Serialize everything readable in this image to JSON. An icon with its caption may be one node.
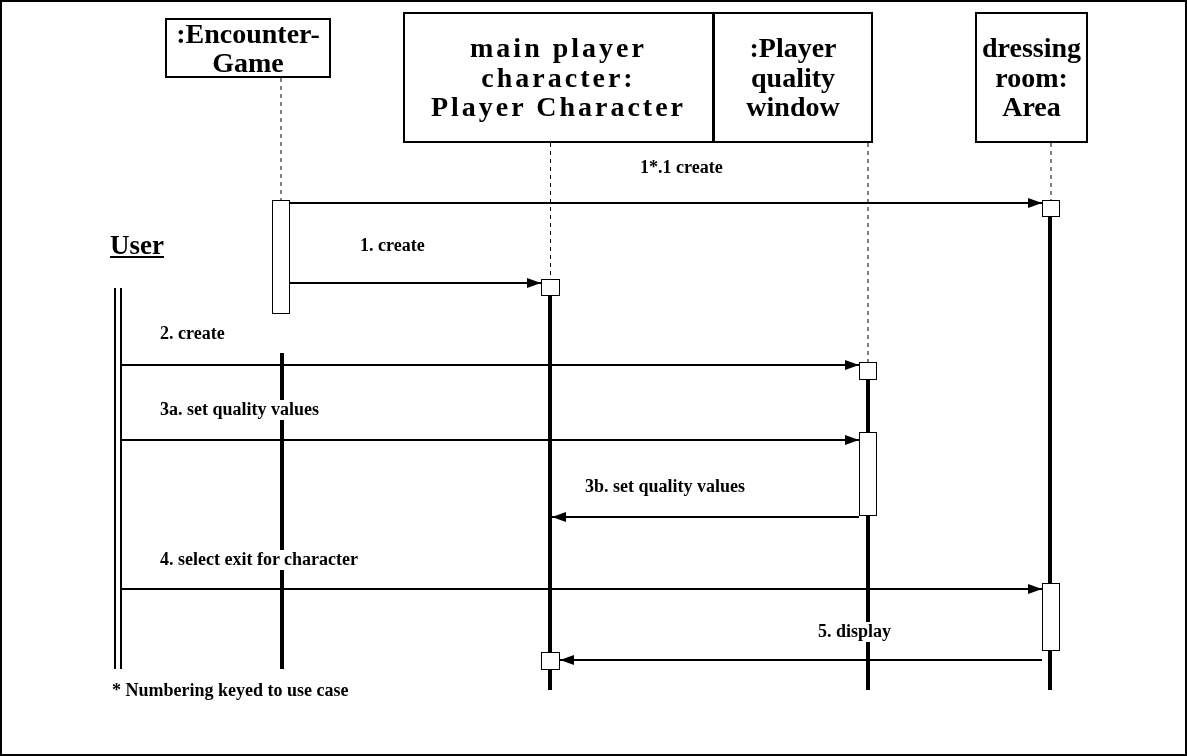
{
  "diagram": {
    "nodes": [
      {
        "text": [
          ":Encounter- Game"
        ]
      },
      {
        "text": [
          "main player character: Player Character"
        ]
      },
      {
        "text": [
          ":Player quality window"
        ]
      },
      {
        "text": [
          "dressing room: Area"
        ]
      },
      {
        "text": [],
        "shape": "bar",
        "beside": [
          "User"
        ]
      },
      {
        "text": [],
        "shape": "box"
      },
      {
        "text": [],
        "shape": "box"
      },
      {
        "text": [],
        "shape": "box"
      },
      {
        "text": [],
        "shape": "box"
      },
      {
        "text": [],
        "shape": "box"
      },
      {
        "text": [],
        "shape": "box"
      },
      {
        "text": [],
        "shape": "box"
      },
      {
        "text": [],
        "shape": "bar"
      },
      {
        "text": [],
        "shape": "bar"
      },
      {
        "text": [],
        "shape": "bar"
      },
      {
        "text": [],
        "shape": "bar"
      }
    ],
    "edges": [
      {
        "from": 0,
        "to": 5,
        "arrow": "none",
        "style": "dashed"
      },
      {
        "from": 1,
        "to": 7,
        "arrow": "none",
        "style": "dashed"
      },
      {
        "from": 2,
        "to": 8,
        "arrow": "none",
        "style": "dashed"
      },
      {
        "from": 3,
        "to": 6,
        "arrow": "none",
        "style": "dashed"
      },
      {
        "from": 5,
        "to": 6,
        "arrow": "to",
        "label": "1*.1 create"
      },
      {
        "from": 5,
        "to": 7,
        "arrow": "to",
        "label": "1. create"
      },
      {
        "from": 4,
        "to": 8,
        "arrow": "to",
        "label": "2. create"
      },
      {
        "from": 4,
        "to": 9,
        "arrow": "to",
        "label": "3a. set quality values"
      },
      {
        "from": 9,
        "to": 13,
        "arrow": "to",
        "label": "3b. set quality values"
      },
      {
        "from": 4,
        "to": 10,
        "arrow": "to",
        "label": "4. select exit for character"
      },
      {
        "from": 10,
        "to": 11,
        "arrow": "to",
        "label": "5. display"
      }
    ],
    "labels": [
      "* Numbering keyed to use case"
    ]
  }
}
